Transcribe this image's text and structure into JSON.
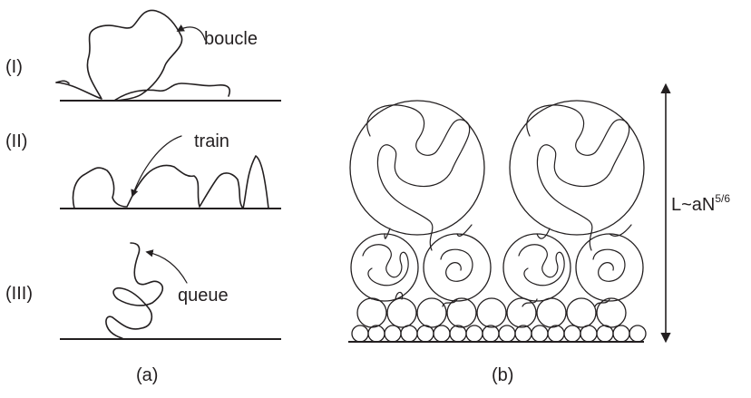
{
  "panel_a": {
    "regime_1": "(I)",
    "regime_2": "(II)",
    "regime_3": "(III)",
    "label_loop": "boucle",
    "label_train": "train",
    "label_tail": "queue",
    "caption": "(a)"
  },
  "panel_b": {
    "height_label": "L~aN",
    "height_exponent": "5/6",
    "caption": "(b)"
  }
}
